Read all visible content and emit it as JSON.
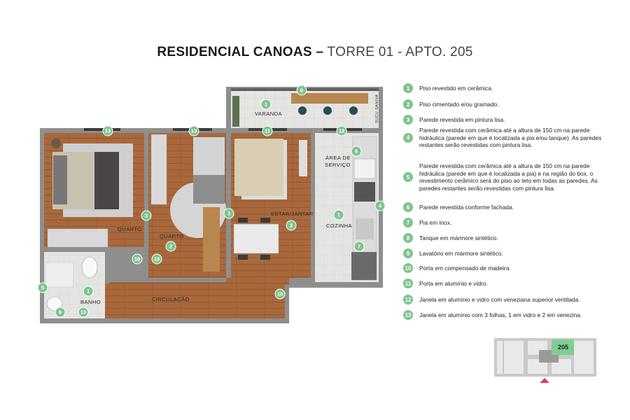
{
  "title": {
    "bold": "RESIDENCIAL CANOAS –",
    "light": "TORRE 01 - APTO. 205"
  },
  "rooms": {
    "varanda": "VARANDA",
    "quarto1": "QUARTO",
    "quarto2": "QUARTO",
    "estar": "ESTAR/JANTAR",
    "area_servico_1": "ÁREA DE",
    "area_servico_2": "SERVIÇO",
    "cozinha": "COZINHA",
    "banho": "BANHO",
    "circulacao": "CIRCULAÇÃO",
    "vertical_label": "SUCU SANIVA"
  },
  "plan_badges": [
    "6",
    "1",
    "13",
    "13",
    "11",
    "12",
    "8",
    "3",
    "3",
    "2",
    "2",
    "4",
    "1",
    "7",
    "1",
    "10",
    "10",
    "5",
    "9",
    "10",
    "10"
  ],
  "legend": [
    {
      "num": "1",
      "text": "Piso revestido em cerâmica."
    },
    {
      "num": "2",
      "text": "Piso cimentado e/ou gramado."
    },
    {
      "num": "3",
      "text": "Parede revestida em pintura lisa."
    },
    {
      "num": "4",
      "text": "Parede revestida com cerâmica até a altura de 150 cm na parede hidráulica (parede em que é localizada a pia e/ou tanque). As paredes restantes serão revestidas com pintura lisa."
    },
    {
      "num": "5",
      "text": "Parede revestida com cerâmica até a altura de 150 cm na parede hidráulica (parede em que é localizada a pia) e na região do box, o revestimento cerâmico será do piso ao teto em todas as paredes. As paredes restantes serão revestidas com pintura lisa."
    },
    {
      "num": "6",
      "text": "Parede revestida conforme fachada."
    },
    {
      "num": "7",
      "text": "Pia em inox."
    },
    {
      "num": "8",
      "text": "Tanque em mármore sintético."
    },
    {
      "num": "9",
      "text": "Lavatório em mármore sintético."
    },
    {
      "num": "10",
      "text": "Porta em compensado de madeira."
    },
    {
      "num": "11",
      "text": "Porta em alumínio e vidro."
    },
    {
      "num": "12",
      "text": "Janela em alumínio e vidro com veneziana superior ventilada."
    },
    {
      "num": "13",
      "text": "Janela em alumínio com 3 folhas, 1 em vidro e 2 em venezina."
    }
  ],
  "key_plan": {
    "unit": "205"
  },
  "colors": {
    "badge": "#7fc48f",
    "highlight": "#7fcf8f",
    "arrow": "#e8336f",
    "wall": "#8e8e8e",
    "wood": "#a9683c",
    "tile": "#e3e3e1"
  }
}
